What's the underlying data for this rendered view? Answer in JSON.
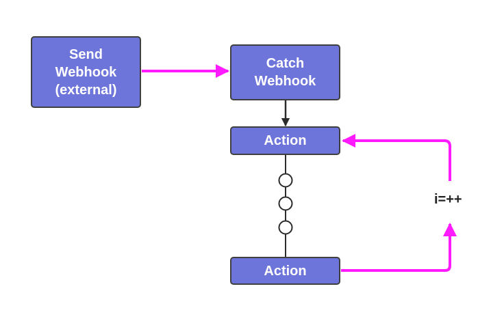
{
  "colors": {
    "node_fill": "#6d74da",
    "node_border": "#3f3f3f",
    "loop_arrow": "#ff1aff",
    "sequence_line": "#2b2b2b"
  },
  "nodes": {
    "send_webhook": {
      "label": "Send\nWebhook\n(external)"
    },
    "catch_webhook": {
      "label": "Catch\nWebhook"
    },
    "action_first": {
      "label": "Action"
    },
    "action_last": {
      "label": "Action"
    }
  },
  "edges": {
    "loop_label": "i=++"
  }
}
